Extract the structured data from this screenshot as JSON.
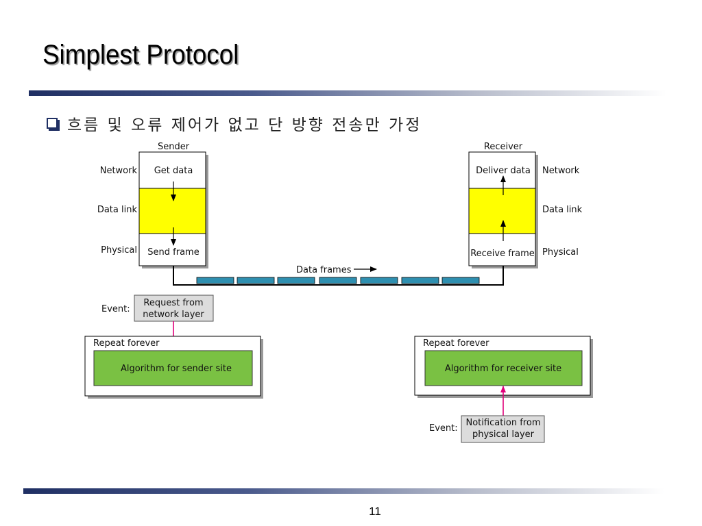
{
  "slide": {
    "title": "Simplest Protocol",
    "bullet": "흐름 및 오류 제어가 없고 단 방향 전송만 가정",
    "page_number": "11"
  },
  "diagram": {
    "sender": {
      "heading": "Sender",
      "layers": [
        "Network",
        "Data link",
        "Physical"
      ],
      "network_box": "Get data",
      "physical_box": "Send frame"
    },
    "receiver": {
      "heading": "Receiver",
      "layers": [
        "Network",
        "Data link",
        "Physical"
      ],
      "network_box": "Deliver data",
      "physical_box": "Receive frame"
    },
    "channel_label": "Data frames",
    "sender_event": {
      "label": "Event:",
      "line1": "Request from",
      "line2": "network layer"
    },
    "receiver_event": {
      "label": "Event:",
      "line1": "Notification from",
      "line2": "physical layer"
    },
    "sender_loop": {
      "repeat": "Repeat forever",
      "algorithm": "Algorithm for sender site"
    },
    "receiver_loop": {
      "repeat": "Repeat forever",
      "algorithm": "Algorithm for receiver site"
    },
    "colors": {
      "datalink_fill": "#ffff00",
      "algorithm_fill": "#7ac143",
      "frame_fill": "#2e8fb0",
      "event_fill": "#dcdcdc",
      "event_arrow": "#e0007a"
    }
  }
}
